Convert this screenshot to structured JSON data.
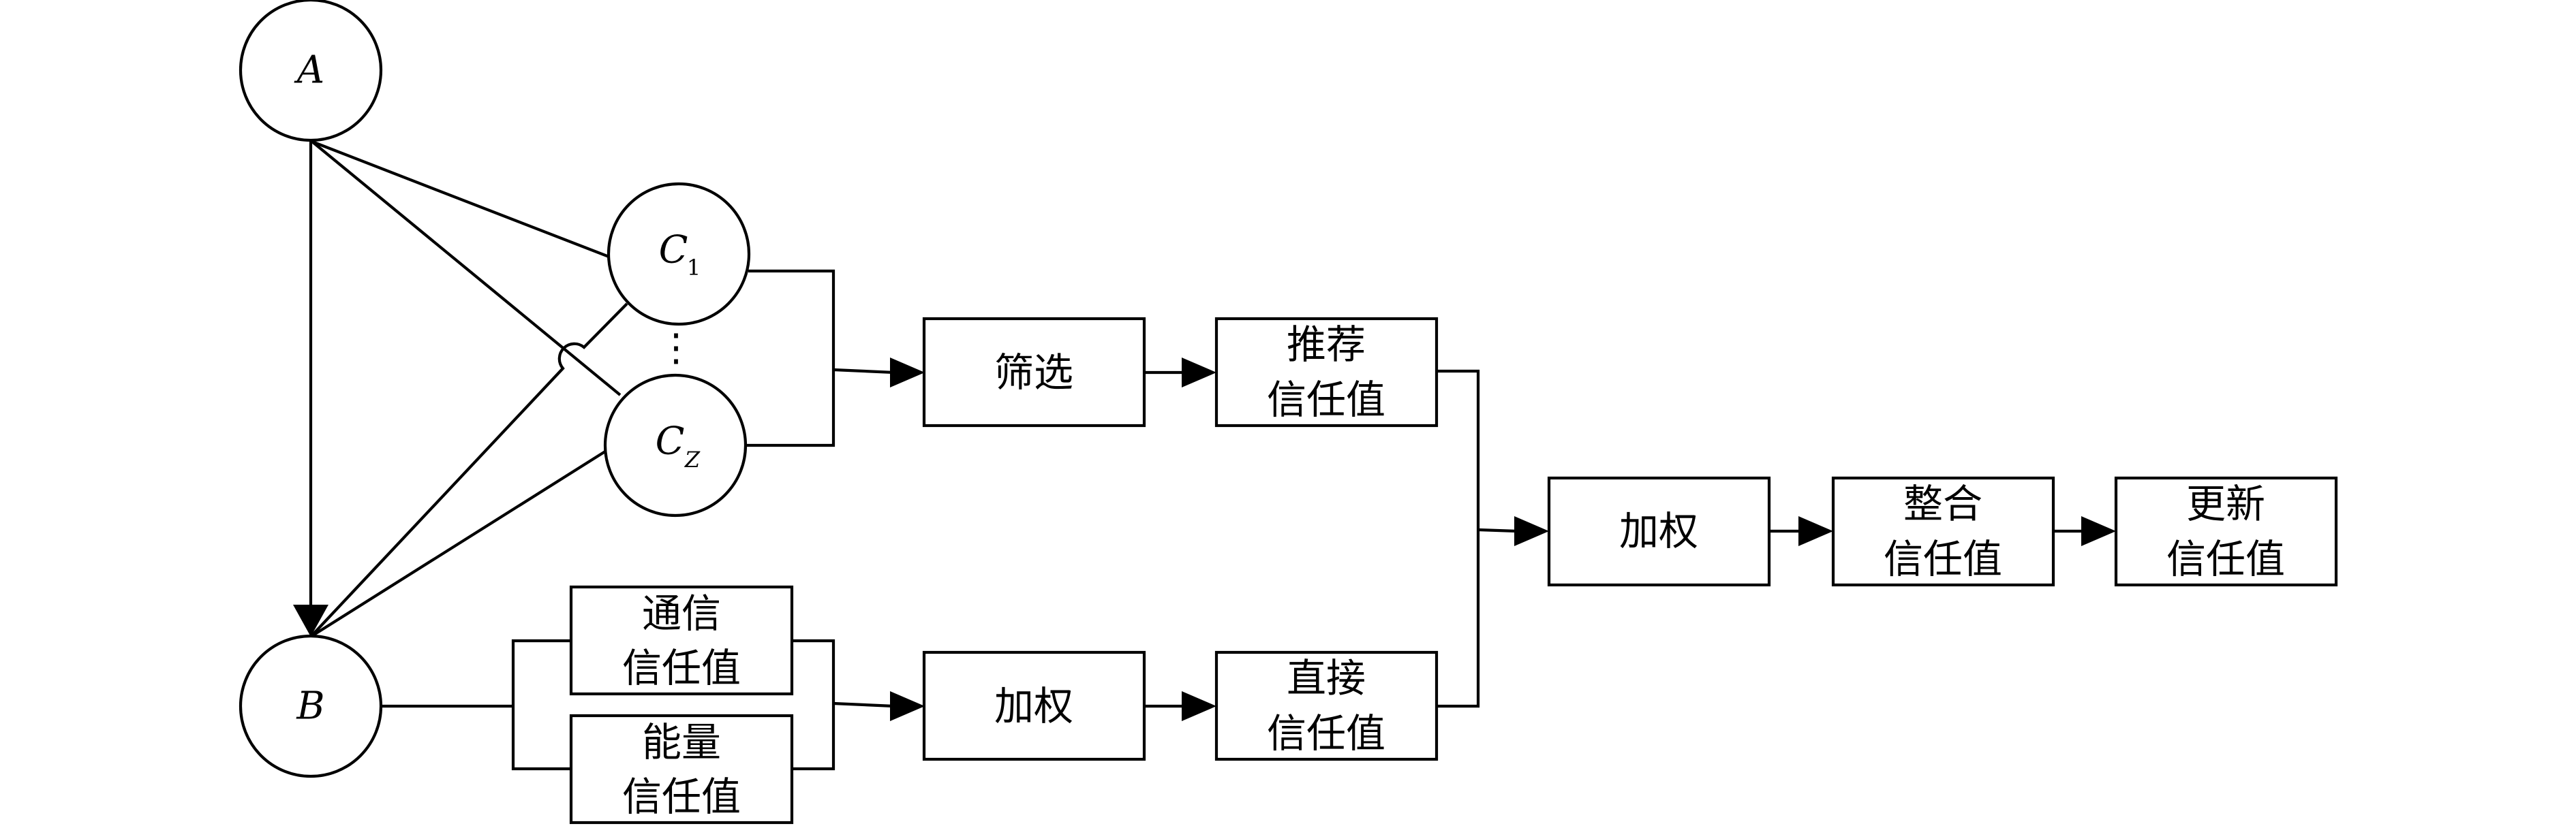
{
  "nodes": {
    "a": "A",
    "b": "B",
    "c1": {
      "main": "C",
      "sub": "1"
    },
    "cz": {
      "main": "C",
      "sub": "Z"
    },
    "vdots": "⋮"
  },
  "boxes": {
    "filter": [
      "筛选"
    ],
    "recommend_trust": [
      "推荐",
      "信任值"
    ],
    "comm_trust": [
      "通信",
      "信任值"
    ],
    "energy_trust": [
      "能量",
      "信任值"
    ],
    "weight_low": [
      "加权"
    ],
    "direct_trust": [
      "直接",
      "信任值"
    ],
    "weight_mid": [
      "加权"
    ],
    "integrated_trust": [
      "整合",
      "信任值"
    ],
    "updated_trust": [
      "更新",
      "信任值"
    ]
  }
}
